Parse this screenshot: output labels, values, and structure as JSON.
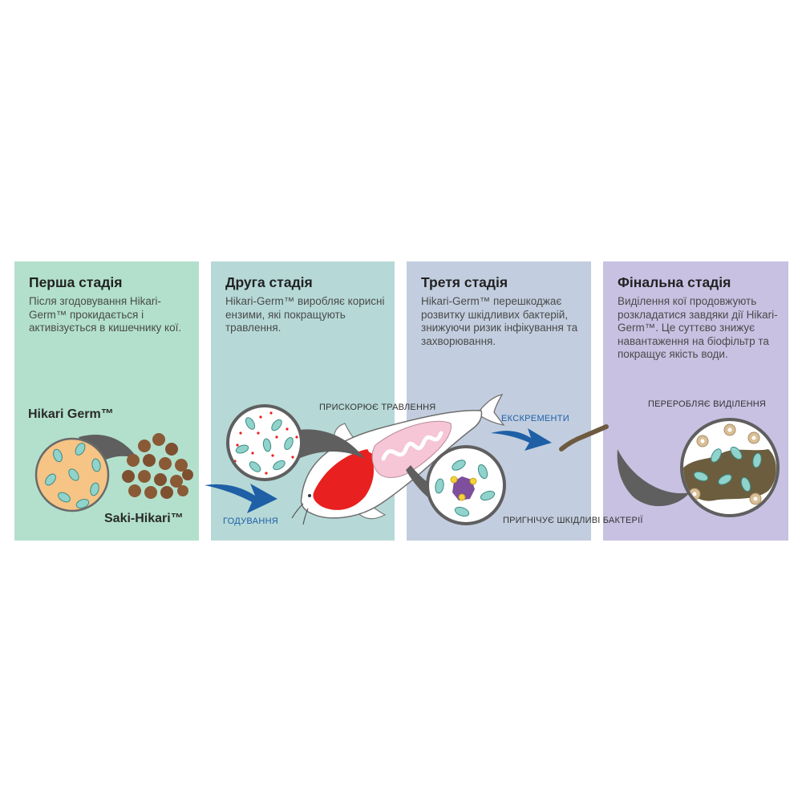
{
  "stages": [
    {
      "title": "Перша стадія",
      "desc": "Після згодовування Hikari-Germ™ прокидається і активізується в кишечнику кої.",
      "bg": "#b2e0cc"
    },
    {
      "title": "Друга стадія",
      "desc": "Hikari-Germ™ виробляє корисні ензими, які покращують травлення.",
      "bg": "#b6d9d7"
    },
    {
      "title": "Третя стадія",
      "desc": "Hikari-Germ™ перешкоджає розвитку шкідливих бактерій, знижуючи ризик інфікування та захворювання.",
      "bg": "#c2cedf"
    },
    {
      "title": "Фінальна стадія",
      "desc": "Виділення кої продовжують розкладатися завдяки дії Hikari-Germ™. Це суттєво знижує навантаження на біофільтр та покращує якість води.",
      "bg": "#c8c1e2"
    }
  ],
  "labels": {
    "hikari_germ": "Hikari Germ™",
    "saki_hikari": "Saki-Hikari™",
    "feeding": "ГОДУВАННЯ",
    "accelerates_digestion": "ПРИСКОРЮЄ ТРАВЛЕННЯ",
    "excrement": "ЕКСКРЕМЕНТИ",
    "suppresses_bacteria": "ПРИГНІЧУЄ ШКІДЛИВІ БАКТЕРІЇ",
    "processes_waste": "ПЕРЕРОБЛЯЄ ВИДІЛЕННЯ"
  },
  "colors": {
    "arrow_blue": "#1f5fa6",
    "koi_red": "#e8201f",
    "pellet_brown": "#8a5a36",
    "bacteria_teal": "#8fd3cc",
    "harmful_purple": "#7d4f9c"
  }
}
